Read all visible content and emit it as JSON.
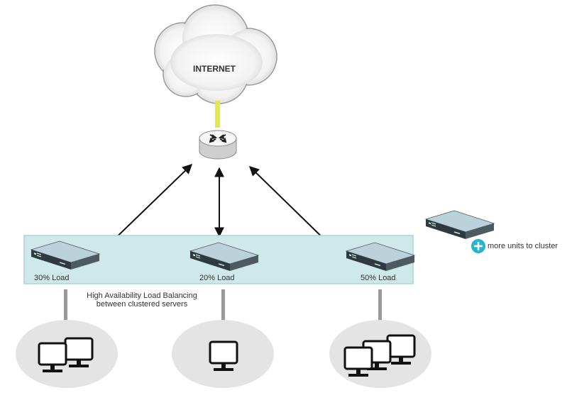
{
  "cloud": {
    "label": "INTERNET"
  },
  "cluster": {
    "caption_line1": "High Availability Load Balancing",
    "caption_line2": "between clustered servers",
    "units": [
      {
        "label": "30% Load",
        "load_percent": 30
      },
      {
        "label": "20% Load",
        "load_percent": 20
      },
      {
        "label": "50% Load",
        "load_percent": 50
      }
    ]
  },
  "extra": {
    "label": "more units to cluster",
    "icon": "plus-icon"
  },
  "client_groups": [
    {
      "computers": 2
    },
    {
      "computers": 1
    },
    {
      "computers": 3
    }
  ],
  "colors": {
    "cluster_band": "#cfe8ea",
    "cluster_border": "#a6d6db",
    "uplink": "#e6e84a",
    "plus_badge": "#27b5cc",
    "device_top": "#b9cfd8",
    "client_circle": "#e4e4e4"
  }
}
